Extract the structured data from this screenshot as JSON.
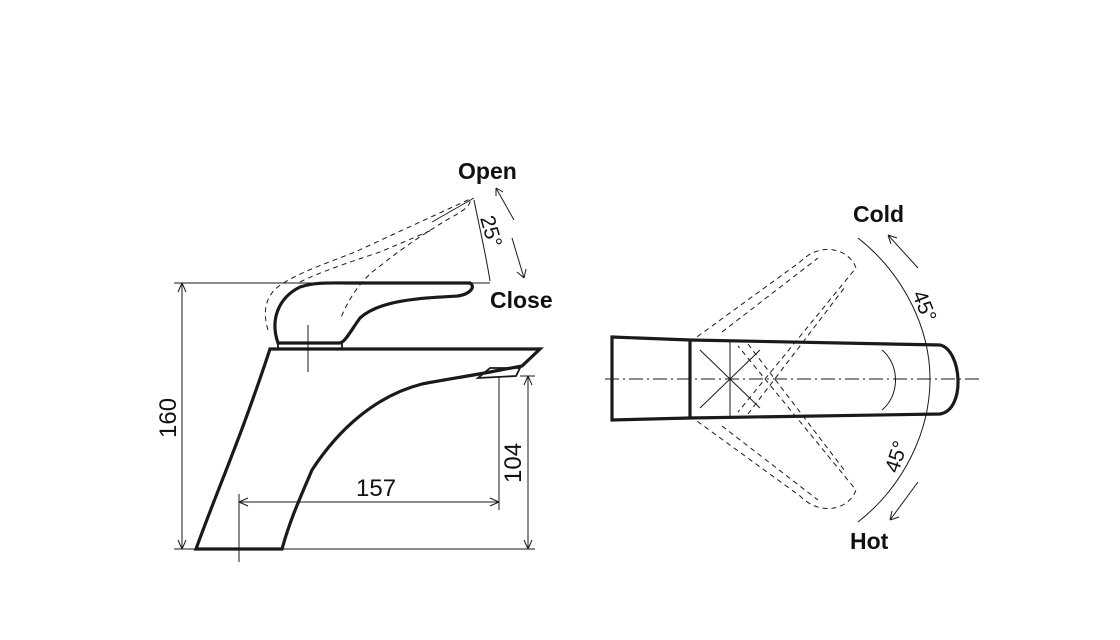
{
  "side_view": {
    "dimensions": {
      "overall_height": "160",
      "spout_reach": "157",
      "spout_height": "104"
    },
    "lever": {
      "open_label": "Open",
      "close_label": "Close",
      "tilt_angle": "25°"
    }
  },
  "top_view": {
    "cold_label": "Cold",
    "hot_label": "Hot",
    "cold_angle": "45°",
    "hot_angle": "45°"
  }
}
